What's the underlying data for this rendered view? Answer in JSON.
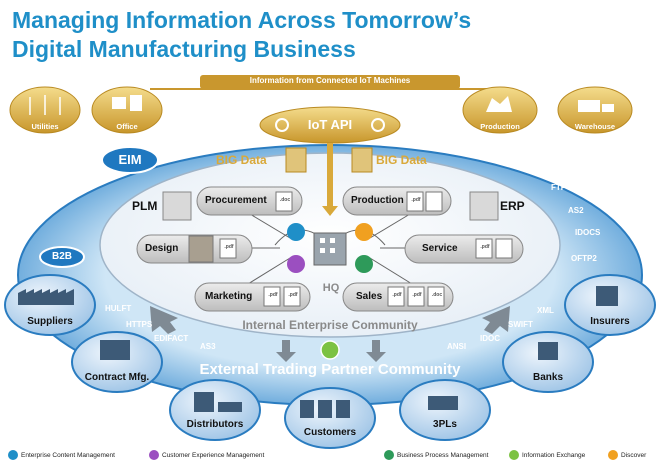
{
  "title": {
    "line1": "Managing Information Across Tomorrow’s",
    "line2": "Digital Manufacturing Business"
  },
  "iot": {
    "banner": "Information from Connected IoT Machines",
    "api": "IoT API",
    "sources": [
      "Utilities",
      "Office",
      "Production",
      "Warehouse"
    ]
  },
  "eim": {
    "badge": "EIM",
    "big_data_left": "BIG Data",
    "big_data_right": "BIG Data",
    "plm": "PLM",
    "erp": "ERP",
    "hq": "HQ",
    "nodes": {
      "procurement": "Procurement",
      "production": "Production",
      "design": "Design",
      "service": "Service",
      "marketing": "Marketing",
      "sales": "Sales"
    },
    "doc_labels": {
      "doc": ".doc",
      "pdf": ".pdf"
    },
    "internal_community": "Internal Enterprise Community",
    "external_community": "External Trading Partner Community"
  },
  "b2b": {
    "badge": "B2B",
    "protocols_left": [
      "HULFT",
      "HTTPS",
      "EDIFACT",
      "AS3"
    ],
    "protocols_right": [
      "FTP",
      "AS2",
      "IDOCS",
      "OFTP2",
      "XML",
      "SWIFT",
      "IDOC",
      "ANSI"
    ]
  },
  "partners": [
    "Suppliers",
    "Contract Mfg.",
    "Distributors",
    "Customers",
    "3PLs",
    "Banks",
    "Insurers"
  ],
  "legend": [
    {
      "label": "Enterprise Content Management",
      "color": "#1f8fc8"
    },
    {
      "label": "Customer Experience Management",
      "color": "#9b4fc0"
    },
    {
      "label": "Business Process Management",
      "color": "#2e9a5a"
    },
    {
      "label": "Information Exchange",
      "color": "#7cc242"
    },
    {
      "label": "Discover",
      "color": "#f0a020"
    }
  ],
  "colors": {
    "title": "#1f8fc8",
    "ring_blue": "#2a8fd0",
    "gold": "#d9a93a",
    "pill_gray": "#d7d7d7",
    "partner_circle": "#cfe2f3"
  }
}
